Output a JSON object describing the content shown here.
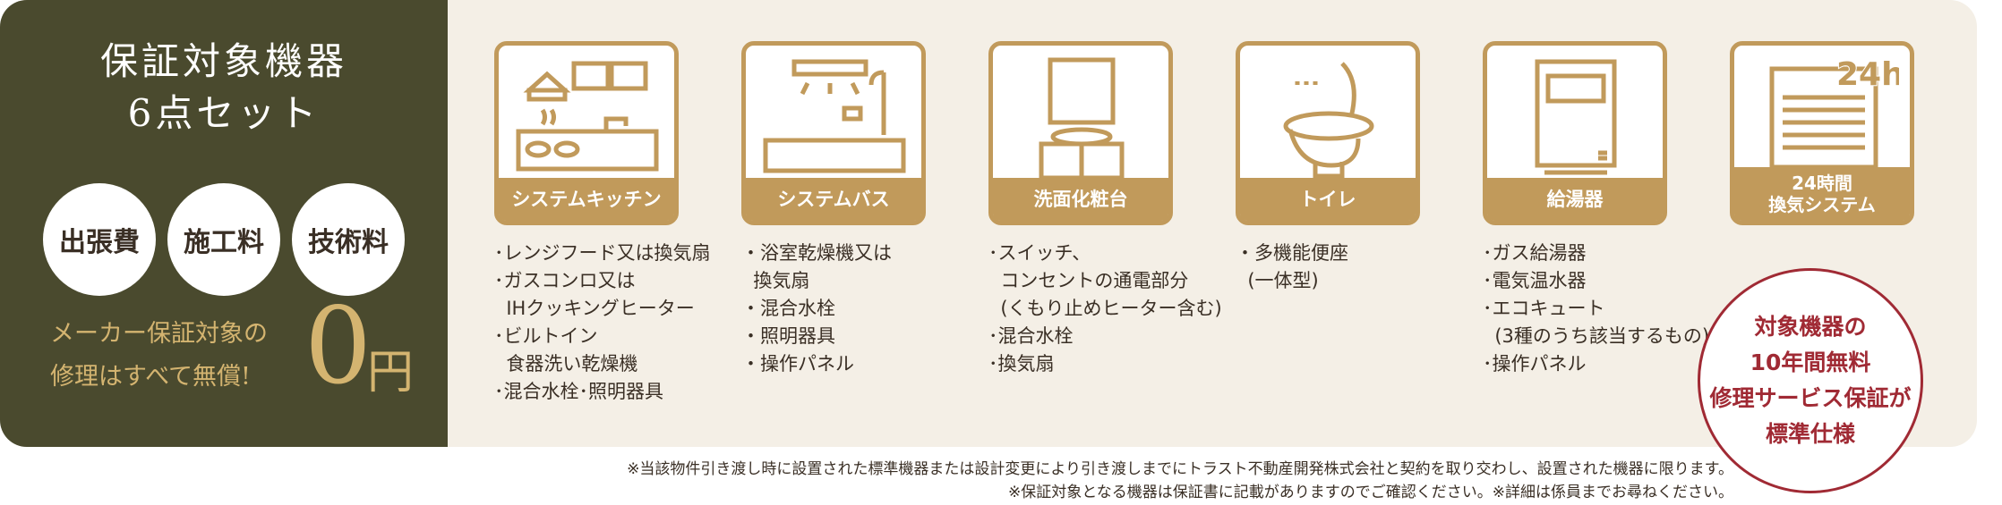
{
  "left_panel": {
    "title_line1": "保証対象機器",
    "title_line2": "6点セット",
    "fees": [
      "出張費",
      "施工料",
      "技術料"
    ],
    "note_line1": "メーカー保証対象の",
    "note_line2": "修理はすべて無償!",
    "zero": "0",
    "yen": "円"
  },
  "items": [
    {
      "label": "システムキッチン",
      "icon": "kitchen-icon",
      "specs": [
        "･レンジフード又は換気扇",
        "･ガスコンロ又は",
        "  IHクッキングヒーター",
        "･ビルトイン",
        "  食器洗い乾燥機",
        "･混合水栓･照明器具"
      ]
    },
    {
      "label": "システムバス",
      "icon": "bath-icon",
      "specs": [
        "・浴室乾燥機又は",
        "  換気扇",
        "・混合水栓",
        "・照明器具",
        "・操作パネル"
      ]
    },
    {
      "label": "洗面化粧台",
      "icon": "vanity-icon",
      "specs": [
        "･スイッチ、",
        "  コンセントの通電部分",
        "  (くもり止めヒーター含む)",
        "･混合水栓",
        "･換気扇"
      ]
    },
    {
      "label": "トイレ",
      "icon": "toilet-icon",
      "specs": [
        "・多機能便座",
        "  (一体型)"
      ]
    },
    {
      "label": "給湯器",
      "icon": "water-heater-icon",
      "specs": [
        "･ガス給湯器",
        "･電気温水器",
        "･エコキュート",
        "  (3種のうち該当するもの)",
        "･操作パネル"
      ]
    },
    {
      "label_line1": "24時間",
      "label_line2": "換気システム",
      "icon": "ventilation-icon",
      "badge": "24h",
      "specs": []
    }
  ],
  "stamp": {
    "line1": "対象機器の",
    "line2": "10年間無料",
    "line3": "修理サービス保証が",
    "line4": "標準仕様"
  },
  "footnotes": [
    "※当該物件引き渡し時に設置された標準機器または設計変更により引き渡しまでにトラスト不動産開発株式会社と契約を取り交わし、設置された機器に限ります。",
    "※保証対象となる機器は保証書に記載がありますのでご確認ください。※詳細は係員までお尋ねください。"
  ],
  "colors": {
    "gold": "#c19a5b",
    "olive": "#4a4a2e",
    "beige": "#f4efe6",
    "red": "#a02a34"
  }
}
